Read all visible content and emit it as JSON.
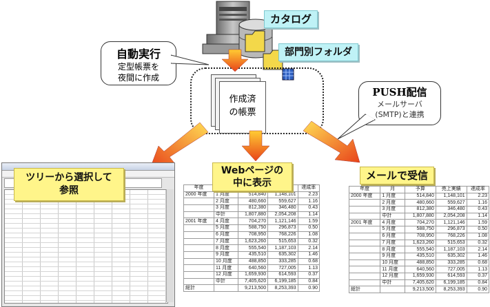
{
  "labels": {
    "catalog": "カタログ",
    "folder": "部門別フォルダ",
    "auto_title": "自動実行",
    "auto_line1": "定型帳票を",
    "auto_line2": "夜間に作成",
    "report_line1": "作成済",
    "report_line2": "の帳票",
    "push_title": "PUSH配信",
    "push_line1": "メールサーバ",
    "push_line2": "(SMTP)と連携",
    "tree_line1": "ツリーから選択して",
    "tree_line2": "参照",
    "web_line1": "Webページの",
    "web_line2": "中に表示",
    "mail": "メールで受信"
  },
  "table": {
    "headers": [
      "年度",
      "月",
      "予算",
      "売上実績",
      "達成率"
    ],
    "rows": [
      [
        "2000 年度",
        "1 月度",
        "514,840",
        "1,148,101",
        "2.23"
      ],
      [
        "",
        "2 月度",
        "480,660",
        "559,627",
        "1.16"
      ],
      [
        "",
        "3 月度",
        "812,380",
        "346,480",
        "0.43"
      ],
      [
        "",
        "中計",
        "1,807,880",
        "2,054,208",
        "1.14"
      ],
      [
        "2001 年度",
        "4 月度",
        "704,270",
        "1,121,146",
        "1.59"
      ],
      [
        "",
        "5 月度",
        "588,750",
        "296,873",
        "0.50"
      ],
      [
        "",
        "6 月度",
        "708,950",
        "768,226",
        "1.08"
      ],
      [
        "",
        "7 月度",
        "1,623,260",
        "515,653",
        "0.32"
      ],
      [
        "",
        "8 月度",
        "555,540",
        "1,187,103",
        "2.14"
      ],
      [
        "",
        "9 月度",
        "435,510",
        "635,302",
        "1.46"
      ],
      [
        "",
        "10 月度",
        "488,850",
        "333,285",
        "0.68"
      ],
      [
        "",
        "11 月度",
        "640,560",
        "727,005",
        "1.13"
      ],
      [
        "",
        "12 月度",
        "1,659,930",
        "614,593",
        "0.37"
      ],
      [
        "",
        "中計",
        "7,405,620",
        "6,199,185",
        "0.84"
      ],
      [
        "総計",
        "",
        "9,213,500",
        "8,253,393",
        "0.90"
      ]
    ]
  },
  "colors": {
    "arrow_start": "#ffcc33",
    "arrow_end": "#e8431a",
    "cyan_label": "#bff2f6",
    "yellow_label": "#fff58a"
  }
}
